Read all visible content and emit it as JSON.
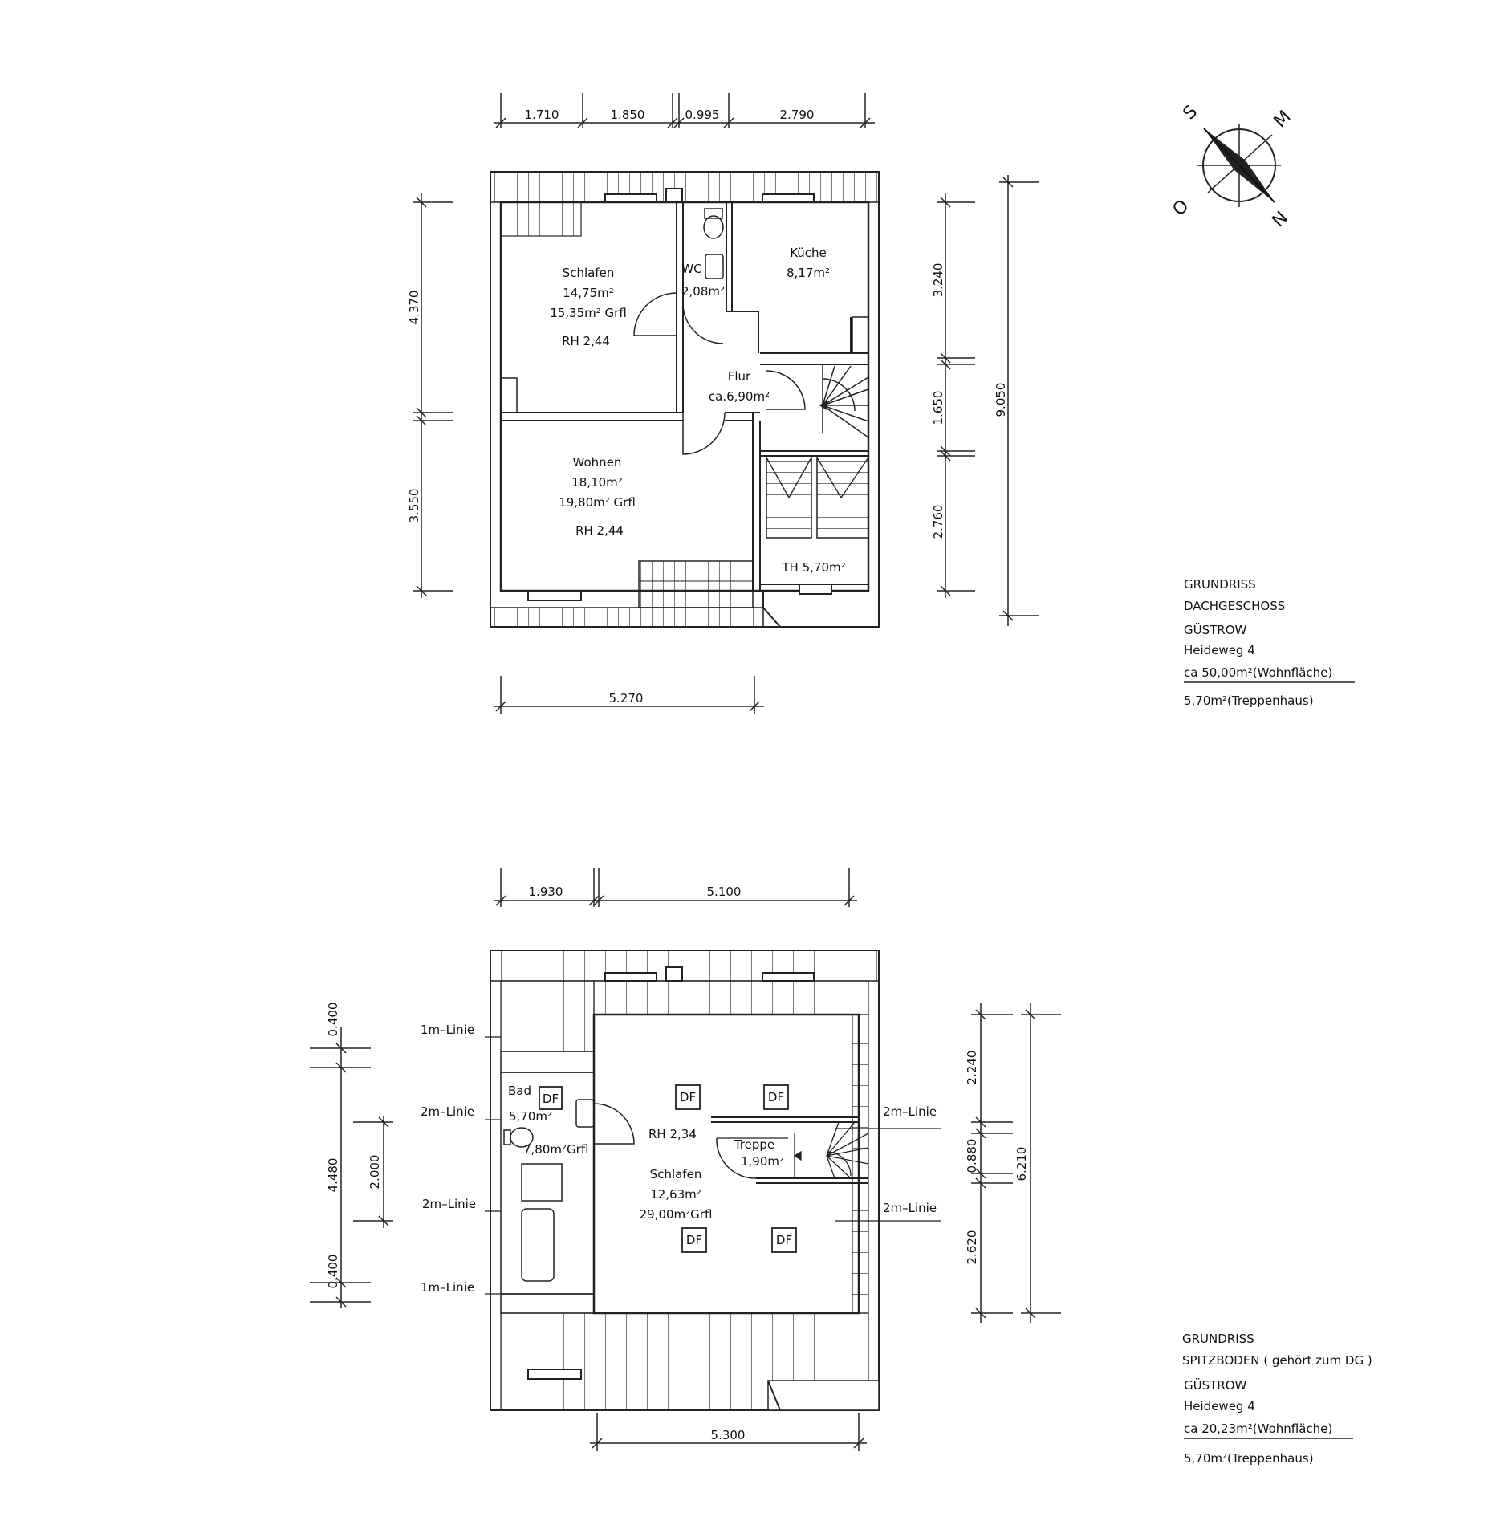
{
  "compass": {
    "s": "S",
    "m": "M",
    "o": "O",
    "n": "N"
  },
  "dg": {
    "rooms": {
      "schlafen": {
        "name": "Schlafen",
        "area": "14,75m²",
        "grfl": "15,35m²  Grfl",
        "rh": "RH  2,44"
      },
      "wc": {
        "name": "WC",
        "area": "2,08m²"
      },
      "kueche": {
        "name": "Küche",
        "area": "8,17m²"
      },
      "flur": {
        "name": "Flur",
        "area": "ca.6,90m²"
      },
      "wohnen": {
        "name": "Wohnen",
        "area": "18,10m²",
        "grfl": "19,80m²  Grfl",
        "rh": "RH  2,44"
      },
      "th": {
        "label": "TH  5,70m²"
      }
    },
    "dims_top": [
      "1.710",
      "1.850",
      "0.995",
      "2.790"
    ],
    "dims_left": [
      "4.370",
      "3.550"
    ],
    "dims_right": [
      "3.240",
      "1.650",
      "2.760"
    ],
    "dim_total_right": "9.050",
    "dim_bottom": "5.270",
    "title": {
      "line1": "GRUNDRISS",
      "line2": "DACHGESCHOSS",
      "line3": "GÜSTROW",
      "line4": "Heideweg  4",
      "line5": "ca  50,00m²(Wohnfläche)",
      "line6": "5,70m²(Treppenhaus)"
    }
  },
  "sb": {
    "rooms": {
      "bad": {
        "name": "Bad",
        "area": "5,70m²",
        "grfl": "7,80m²Grfl"
      },
      "schlafen": {
        "rh": "RH  2,34",
        "name": "Schlafen",
        "area": "12,63m²",
        "grfl": "29,00m²Grfl"
      },
      "treppe": {
        "name": "Treppe",
        "area": "1,90m²"
      }
    },
    "df": "DF",
    "linie_1m": "1m–Linie",
    "linie_2m": "2m–Linie",
    "dims_top": [
      "1.930",
      "5.100"
    ],
    "dims_left": [
      "0.400",
      "4.480",
      "0.400"
    ],
    "dim_inner_left": "2.000",
    "dims_right": [
      "2.240",
      "0.880",
      "2.620"
    ],
    "dim_total_right": "6.210",
    "dim_bottom": "5.300",
    "title": {
      "line1": "GRUNDRISS",
      "line2": "SPITZBODEN  ( gehört  zum  DG )",
      "line3": "GÜSTROW",
      "line4": "Heideweg  4",
      "line5": "ca  20,23m²(Wohnfläche)",
      "line6": "5,70m²(Treppenhaus)"
    }
  }
}
